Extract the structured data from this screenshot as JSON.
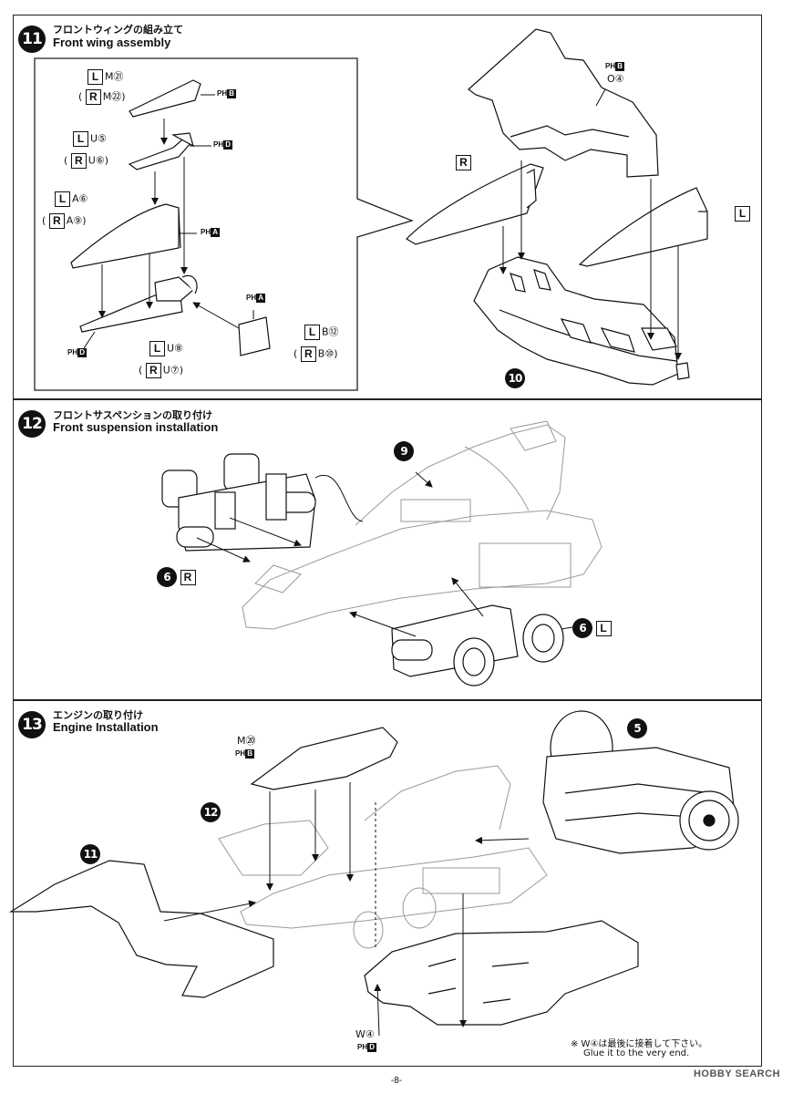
{
  "steps": [
    {
      "num": "11",
      "jp": "フロントウィングの組み立て",
      "en": "Front wing assembly"
    },
    {
      "num": "12",
      "jp": "フロントサスペンションの取り付け",
      "en": "Front suspension installation"
    },
    {
      "num": "13",
      "jp": "エンジンの取り付け",
      "en": "Engine Installation"
    }
  ],
  "s11": {
    "m21": "M㉑",
    "m22": "M㉒",
    "u5": "U⑤",
    "u6": "U⑥",
    "a6": "A⑥",
    "a9": "A⑨",
    "u8": "U⑧",
    "u7": "U⑦",
    "b12": "B⑫",
    "b10": "B⑩",
    "o4": "O④",
    "L": "L",
    "R": "R",
    "ph": "PH",
    "pB": "B",
    "pD": "D",
    "pA": "A",
    "paren_open": "(",
    "paren_close": ")",
    "sub10": "10"
  },
  "s12": {
    "sub9": "9",
    "sub6": "6",
    "L": "L",
    "R": "R"
  },
  "s13": {
    "m20": "M⑳",
    "w4": "W④",
    "sub5": "5",
    "sub12": "12",
    "sub11": "11",
    "note_jp": "※ W④は最後に接着して下さい。",
    "note_en": "Glue it to the very end."
  },
  "page": "-8-",
  "watermark": "HOBBY SEARCH"
}
